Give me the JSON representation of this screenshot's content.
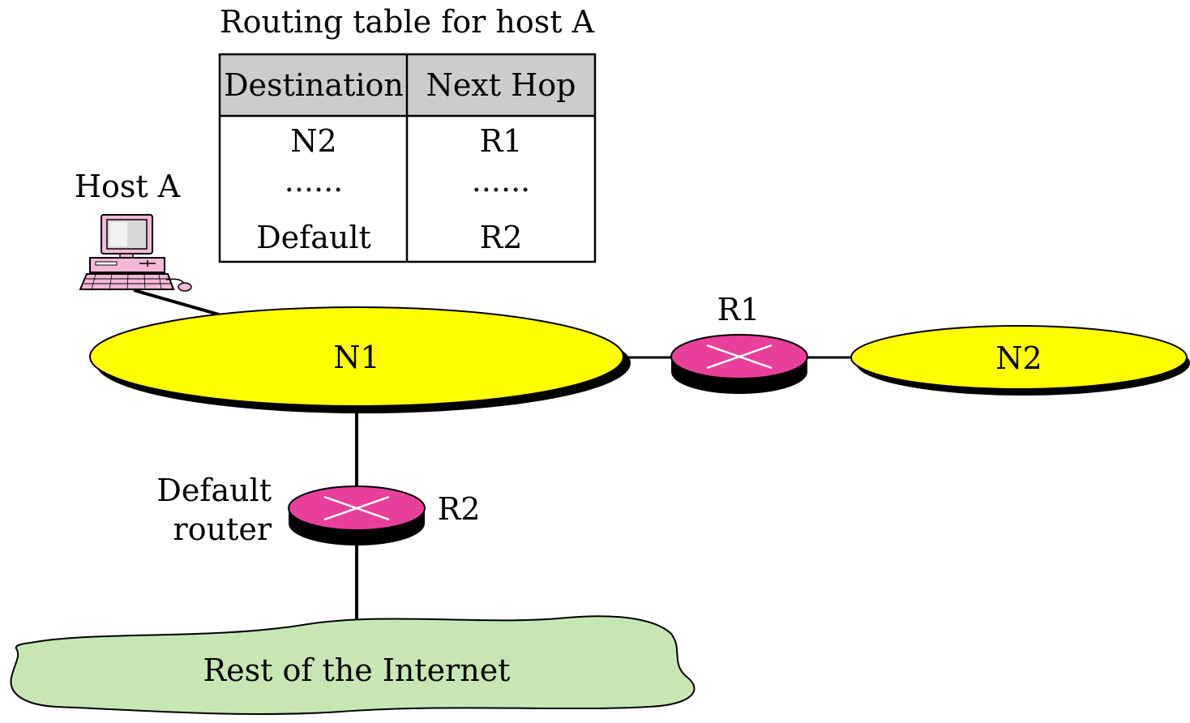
{
  "table": {
    "title": "Routing table for host A",
    "headers": [
      "Destination",
      "Next Hop"
    ],
    "rows": [
      [
        "N2",
        "R1"
      ],
      [
        "......",
        "......"
      ],
      [
        "Default",
        "R2"
      ]
    ]
  },
  "host": {
    "label": "Host A"
  },
  "networks": {
    "n1": "N1",
    "n2": "N2"
  },
  "routers": {
    "r1": "R1",
    "r2": "R2"
  },
  "default_router": {
    "line1": "Default",
    "line2": "router"
  },
  "internet": {
    "label": "Rest of the Internet"
  },
  "colors": {
    "network_fill": "#ffff00",
    "router_fill": "#e8409a",
    "internet_fill": "#c8e6b4",
    "table_header_fill": "#cccccc",
    "computer_fill": "#f4b8d8"
  }
}
